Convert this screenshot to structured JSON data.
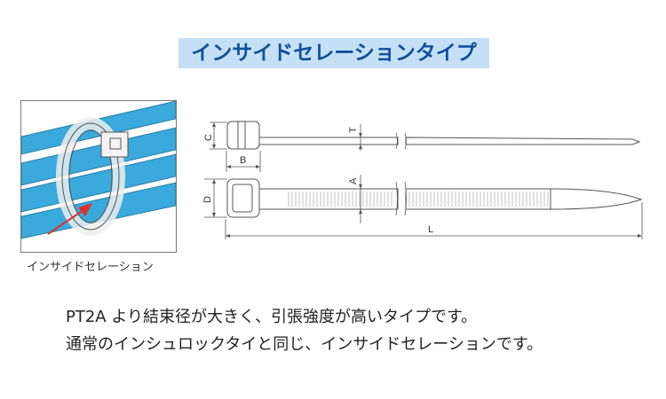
{
  "title": "インサイドセレーションタイプ",
  "photo_caption": "インサイドセレーション",
  "dimension_labels": {
    "C": "C",
    "B": "B",
    "T": "T",
    "D": "D",
    "A": "A",
    "L": "L"
  },
  "description": [
    "PT2A より結束径が大きく、引張強度が高いタイプです。",
    "通常のインシュロックタイと同じ、インサイドセレーションです。"
  ],
  "colors": {
    "title_bg": "#c5e0f6",
    "title_text": "#0f4f9c",
    "cable": "#3aa9dc",
    "arrow": "#e0302a"
  }
}
